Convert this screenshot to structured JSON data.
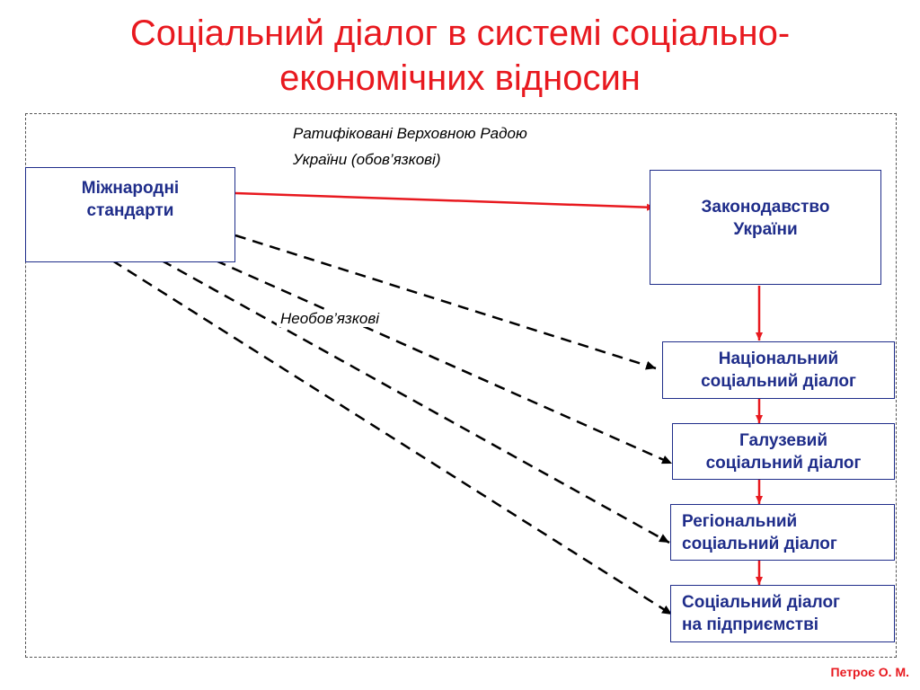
{
  "slide": {
    "title_line1": "Соціальний діалог в системі соціально-",
    "title_line2": "економічних відносин",
    "author": "Петроє О. М."
  },
  "diagram": {
    "source_box": {
      "line1": "Міжнародні",
      "line2": "стандарти"
    },
    "legislation_box": {
      "line1": "Законодавство",
      "line2": "України"
    },
    "levels": [
      {
        "line1": "Національний",
        "line2": "соціальний діалог"
      },
      {
        "line1": "Галузевий",
        "line2": "соціальний діалог"
      },
      {
        "line1": "Регіональний",
        "line2": "соціальний діалог"
      },
      {
        "line1": "Соціальний діалог",
        "line2": "на підприємстві"
      }
    ],
    "mandatory_note": {
      "line1": "Ратифіковані Верховною Радою",
      "line2": "України (обов’язкові)"
    },
    "optional_note": "Необов’язкові",
    "colors": {
      "mandatory_arrow": "#e8191f",
      "optional_arrow": "#000000",
      "box_text": "#1f2d8a",
      "title": "#e8191f"
    }
  }
}
